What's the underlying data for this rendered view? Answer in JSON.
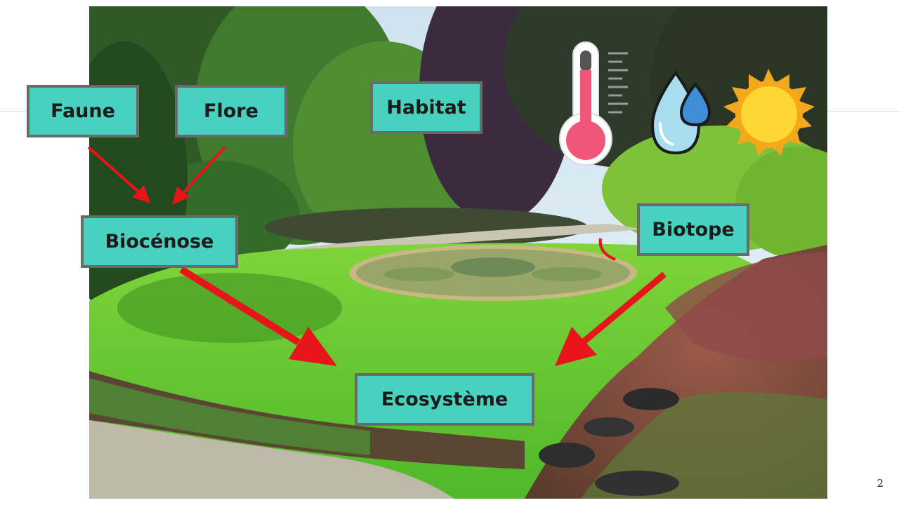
{
  "labels": {
    "faune": "Faune",
    "flore": "Flore",
    "habitat": "Habitat",
    "biocenose": "Biocénose",
    "biotope": "Biotope",
    "ecosysteme": "Ecosystème"
  },
  "slide_number": "2",
  "icons": [
    "thermometer-icon",
    "water-drops-icon",
    "sun-icon"
  ],
  "colors": {
    "label_fill": "#48d1be",
    "label_border": "#6a6a6a",
    "arrow": "#e8141a"
  }
}
